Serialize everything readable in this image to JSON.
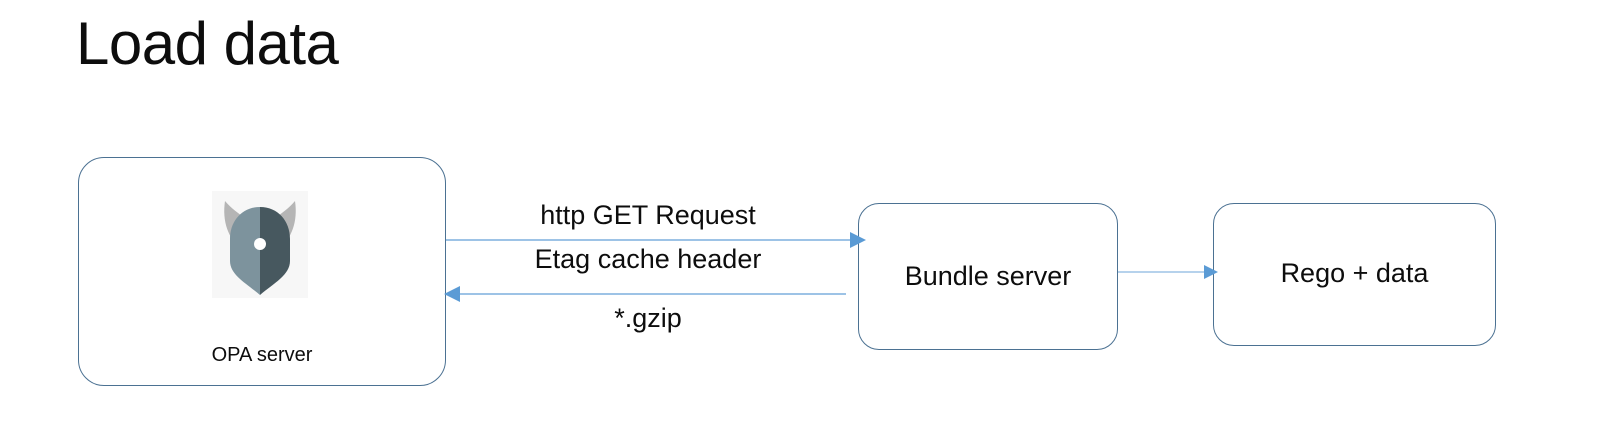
{
  "page": {
    "title": "Load data",
    "background_color": "#ffffff",
    "text_color": "#0d0d0d"
  },
  "theme": {
    "node_border_color": "#4b7192",
    "node_fill_color": "#ffffff",
    "connector_color": "#9dc3e6",
    "connector_dark_color": "#5b9bd5",
    "logo_background": "#f7f7f7",
    "logo_helmet_light": "#7d939d",
    "logo_helmet_dark": "#47585f",
    "logo_horn_color": "#b5b5b5",
    "logo_dot_color": "#ffffff"
  },
  "diagram": {
    "type": "flow",
    "nodes": [
      {
        "id": "opa-server",
        "label": "OPA server",
        "icon": "opa-viking-helmet-logo",
        "shape": "rounded-rectangle"
      },
      {
        "id": "bundle-server",
        "label": "Bundle server",
        "shape": "rounded-rectangle"
      },
      {
        "id": "rego-data",
        "label": "Rego + data",
        "shape": "rounded-rectangle"
      }
    ],
    "edges": [
      {
        "id": "request",
        "from": "opa-server",
        "to": "bundle-server",
        "direction": "right",
        "labels": [
          "http GET Request",
          "Etag cache header"
        ]
      },
      {
        "id": "response",
        "from": "bundle-server",
        "to": "opa-server",
        "direction": "left",
        "labels": [
          "*.gzip"
        ]
      },
      {
        "id": "bundle-source",
        "from": "bundle-server",
        "to": "rego-data",
        "direction": "right",
        "labels": []
      }
    ],
    "labels": {
      "http_get_request": "http GET Request",
      "etag_cache_header": "Etag cache header",
      "gzip": "*.gzip"
    }
  }
}
